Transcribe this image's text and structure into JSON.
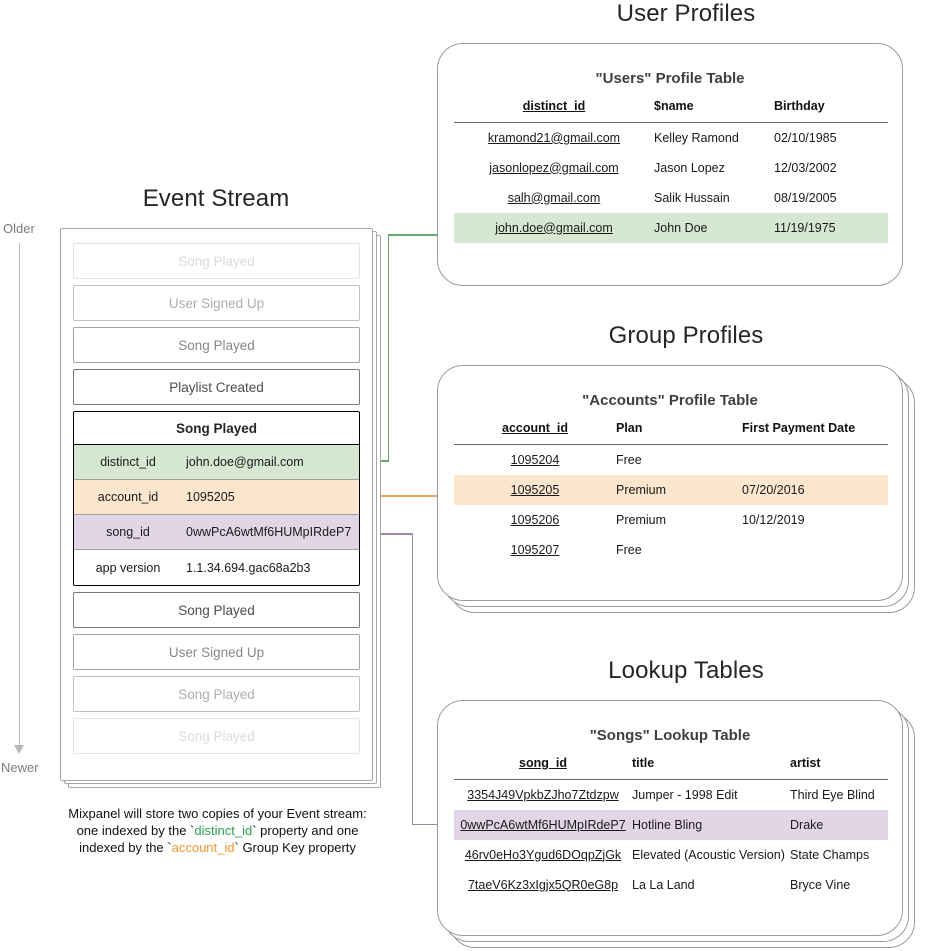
{
  "sections": {
    "event_stream_title": "Event Stream",
    "user_profiles_title": "User Profiles",
    "group_profiles_title": "Group Profiles",
    "lookup_tables_title": "Lookup Tables"
  },
  "timeline": {
    "older_label": "Older",
    "newer_label": "Newer"
  },
  "event_stream": {
    "events_before": [
      {
        "label": "Song Played"
      },
      {
        "label": "User Signed Up"
      },
      {
        "label": "Song Played"
      },
      {
        "label": "Playlist Created"
      }
    ],
    "events_after": [
      {
        "label": "Song Played"
      },
      {
        "label": "User Signed Up"
      },
      {
        "label": "Song Played"
      },
      {
        "label": "Song Played"
      }
    ],
    "selected_event": {
      "name": "Song Played",
      "properties": [
        {
          "key": "distinct_id",
          "value": "john.doe@gmail.com",
          "highlight": "green"
        },
        {
          "key": "account_id",
          "value": "1095205",
          "highlight": "orange"
        },
        {
          "key": "song_id",
          "value": "0wwPcA6wtMf6HUMpIRdeP7",
          "highlight": "purple"
        },
        {
          "key": "app version",
          "value": "1.1.34.694.gac68a2b3",
          "highlight": "plain"
        }
      ]
    }
  },
  "caption": {
    "line1_a": "Mixpanel will store two copies of your Event stream:",
    "line2_a": "one indexed by the `",
    "line2_key": "distinct_id",
    "line2_b": "` property and one",
    "line3_a": "indexed by the `",
    "line3_key": "account_id",
    "line3_b": "` Group Key property"
  },
  "users_table": {
    "title": "\"Users\" Profile Table",
    "columns": [
      "distinct_id",
      "$name",
      "Birthday"
    ],
    "rows": [
      {
        "cells": [
          "kramond21@gmail.com",
          "Kelley Ramond",
          "02/10/1985"
        ],
        "highlight": ""
      },
      {
        "cells": [
          "jasonlopez@gmail.com",
          "Jason Lopez",
          "12/03/2002"
        ],
        "highlight": ""
      },
      {
        "cells": [
          "salh@gmail.com",
          "Salik Hussain",
          "08/19/2005"
        ],
        "highlight": ""
      },
      {
        "cells": [
          "john.doe@gmail.com",
          "John Doe",
          "11/19/1975"
        ],
        "highlight": "hl-green"
      }
    ]
  },
  "accounts_table": {
    "title": "\"Accounts\" Profile Table",
    "columns": [
      "account_id",
      "Plan",
      "First Payment Date"
    ],
    "rows": [
      {
        "cells": [
          "1095204",
          "Free",
          ""
        ],
        "highlight": ""
      },
      {
        "cells": [
          "1095205",
          "Premium",
          "07/20/2016"
        ],
        "highlight": "hl-orange"
      },
      {
        "cells": [
          "1095206",
          "Premium",
          "10/12/2019"
        ],
        "highlight": ""
      },
      {
        "cells": [
          "1095207",
          "Free",
          ""
        ],
        "highlight": ""
      }
    ]
  },
  "songs_table": {
    "title": "\"Songs\" Lookup Table",
    "columns": [
      "song_id",
      "title",
      "artist"
    ],
    "rows": [
      {
        "cells": [
          "3354J49VpkbZJho7Ztdzpw",
          "Jumper - 1998 Edit",
          "Third Eye Blind"
        ],
        "highlight": ""
      },
      {
        "cells": [
          "0wwPcA6wtMf6HUMpIRdeP7",
          "Hotline Bling",
          "Drake"
        ],
        "highlight": "hl-purple"
      },
      {
        "cells": [
          "46rv0eHo3Ygud6DOqpZjGk",
          "Elevated (Acoustic Version)",
          "State Champs"
        ],
        "highlight": ""
      },
      {
        "cells": [
          "7taeV6Kz3xIgjx5QR0eG8p",
          "La La Land",
          "Bryce Vine"
        ],
        "highlight": ""
      }
    ]
  },
  "colors": {
    "green": "#d6e8d2",
    "orange": "#fce6ce",
    "purple": "#e2d6e6",
    "green_line": "#66a873",
    "orange_line": "#e8a95c",
    "purple_line": "#9b8ba5",
    "border": "#9a9a9a"
  }
}
